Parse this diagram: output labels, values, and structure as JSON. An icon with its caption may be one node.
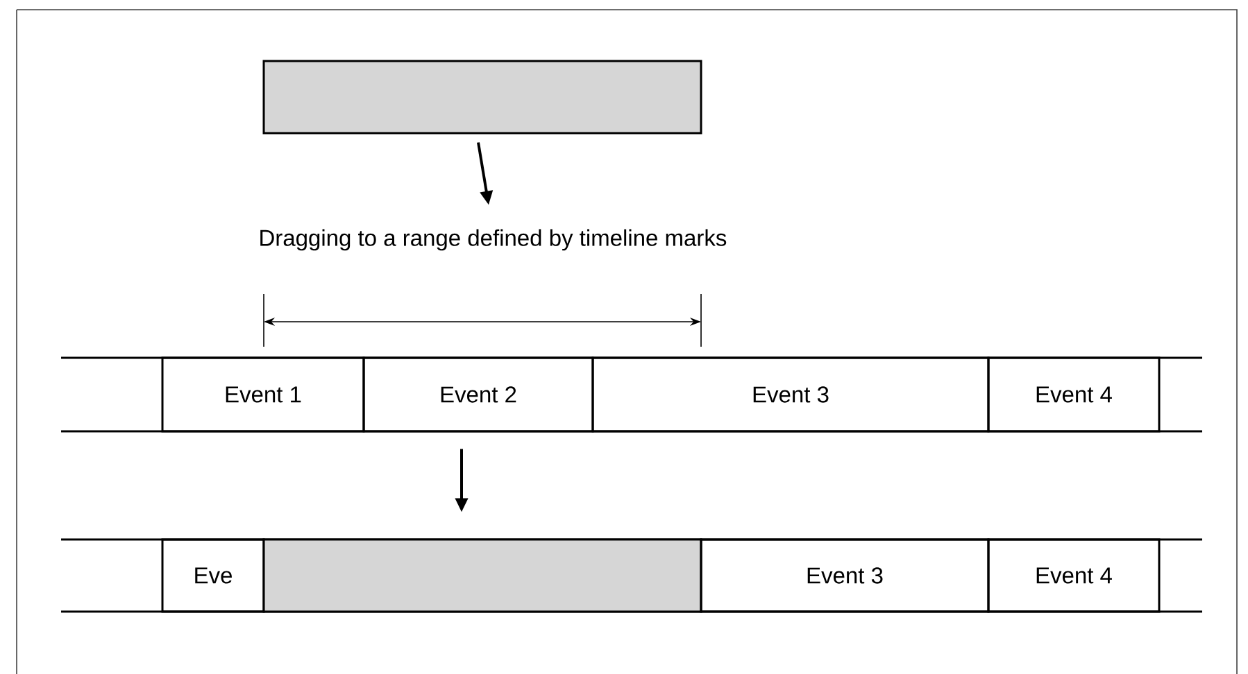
{
  "diagram": {
    "nodes": [
      {
        "text": [],
        "shape": "box"
      },
      {
        "text": [
          "Dragging to a range defined by timeline marks"
        ]
      },
      {
        "text": [
          "Event 1"
        ]
      },
      {
        "text": [
          "Event 2"
        ]
      },
      {
        "text": [
          "Event 3"
        ]
      },
      {
        "text": [
          "Event 4"
        ]
      },
      {
        "text": [
          "Eve"
        ]
      },
      {
        "text": [],
        "shape": "box"
      },
      {
        "text": [
          "Event 3"
        ]
      },
      {
        "text": [
          "Event 4"
        ]
      }
    ],
    "edges": [
      {
        "from": 0,
        "to": 1,
        "arrow": "to"
      },
      {
        "from": 3,
        "to": 7,
        "arrow": "to"
      }
    ]
  }
}
